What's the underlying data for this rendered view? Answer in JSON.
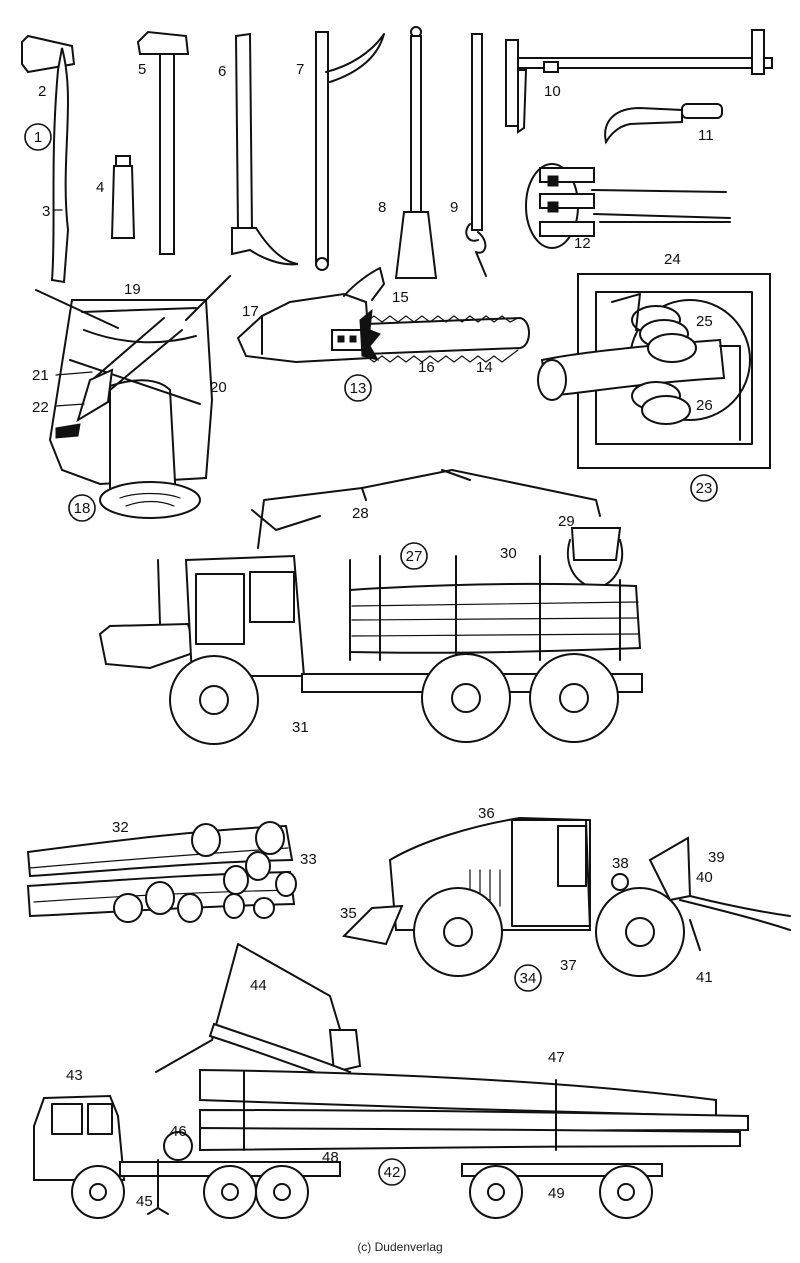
{
  "credit": "(c) Dudenverlag",
  "labels": {
    "n1": "1",
    "n2": "2",
    "n3": "3",
    "n4": "4",
    "n5": "5",
    "n6": "6",
    "n7": "7",
    "n8": "8",
    "n9": "9",
    "n10": "10",
    "n11": "11",
    "n12": "12",
    "n13": "13",
    "n14": "14",
    "n15": "15",
    "n16": "16",
    "n17": "17",
    "n18": "18",
    "n19": "19",
    "n20": "20",
    "n21": "21",
    "n22": "22",
    "n23": "23",
    "n24": "24",
    "n25": "25",
    "n26": "26",
    "n27": "27",
    "n28": "28",
    "n29": "29",
    "n30": "30",
    "n31": "31",
    "n32": "32",
    "n33": "33",
    "n34": "34",
    "n35": "35",
    "n36": "36",
    "n37": "37",
    "n38": "38",
    "n39": "39",
    "n40": "40",
    "n41": "41",
    "n42": "42",
    "n43": "43",
    "n44": "44",
    "n45": "45",
    "n46": "46",
    "n47": "47",
    "n48": "48",
    "n49": "49"
  },
  "colors": {
    "ink": "#111111",
    "paper": "#ffffff"
  }
}
